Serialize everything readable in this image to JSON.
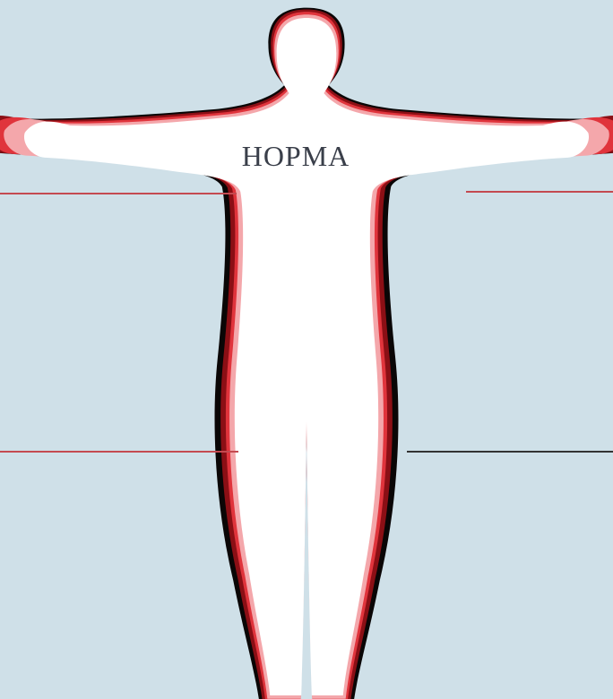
{
  "diagram": {
    "label": "НОРМА",
    "colors": {
      "background": "#cfe0e8",
      "layer_obese": "#0a0606",
      "layer_overweight_dark": "#8b0f15",
      "layer_overweight": "#e0343c",
      "layer_light": "#f4a7ab",
      "body_normal": "#ffffff",
      "pointer_line_red": "#c44a50",
      "pointer_line_dark": "#333333"
    },
    "layers": [
      "obese",
      "overweight_dark",
      "overweight",
      "light",
      "normal"
    ],
    "pointers": [
      {
        "name": "left-upper-pointer",
        "color": "pointer_line_red"
      },
      {
        "name": "right-upper-pointer",
        "color": "pointer_line_red"
      },
      {
        "name": "left-lower-pointer",
        "color": "pointer_line_red"
      },
      {
        "name": "right-lower-pointer",
        "color": "pointer_line_dark"
      }
    ]
  }
}
